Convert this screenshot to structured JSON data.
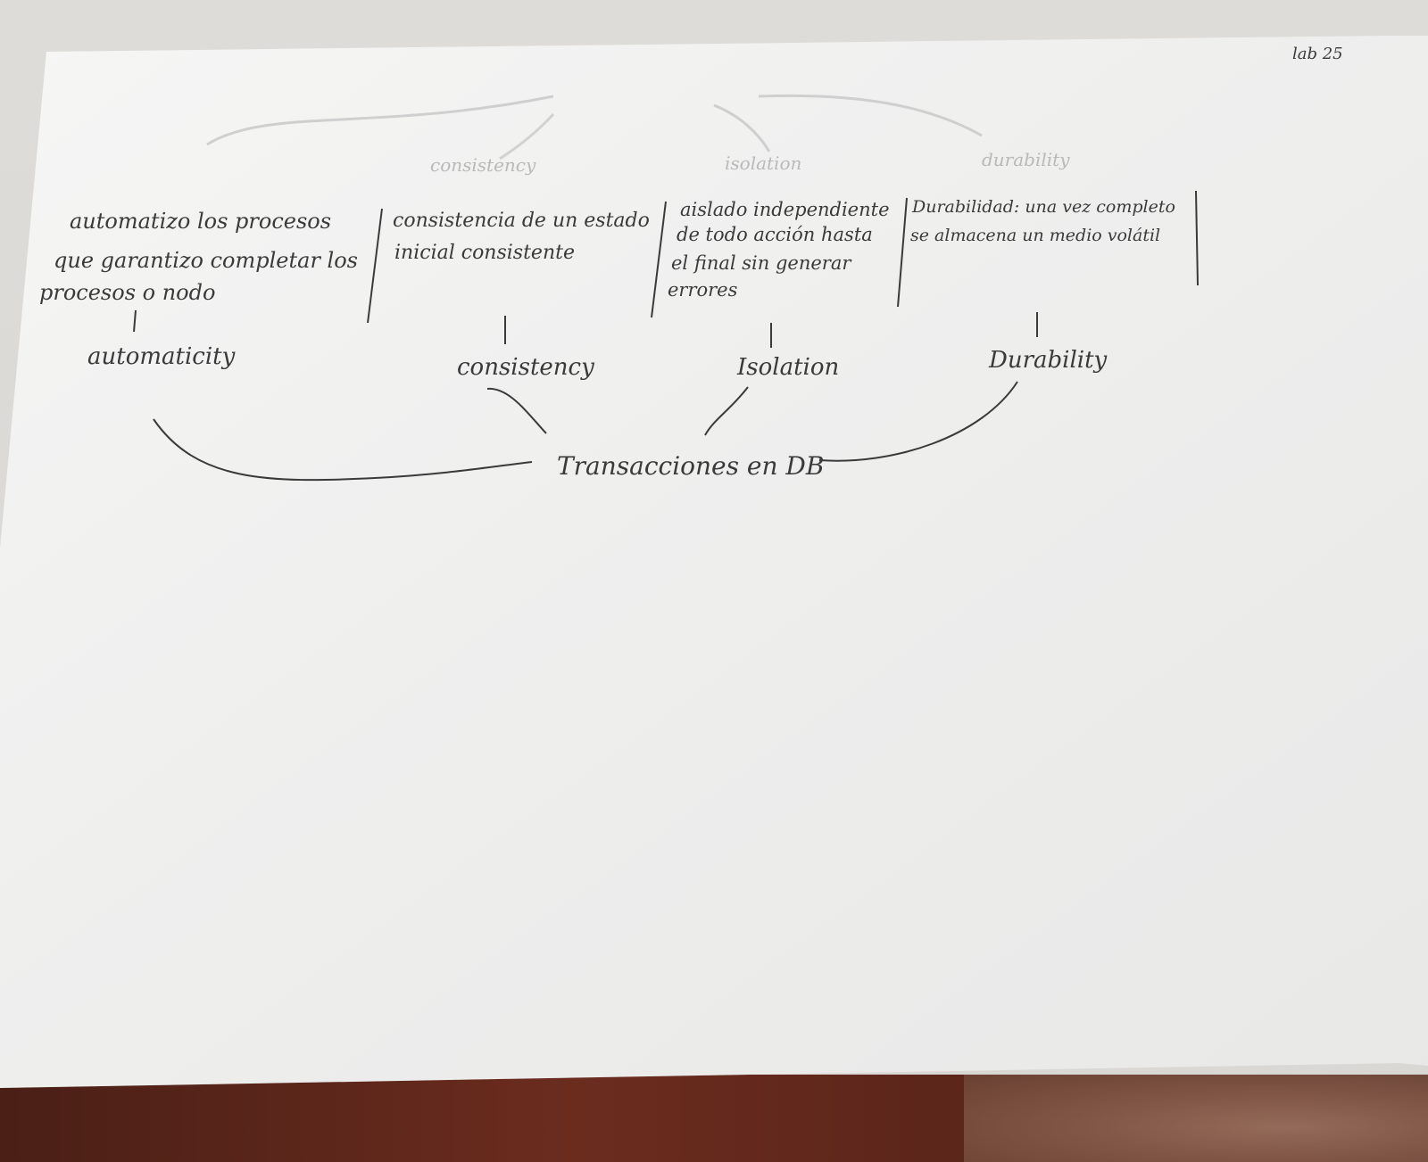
{
  "corner_label": "lab 25",
  "center": {
    "label": "Transacciones en DB"
  },
  "faded_header": {
    "title": "",
    "items": [
      "",
      "consistency",
      "isolation",
      "durability"
    ]
  },
  "descriptions": [
    {
      "lines": [
        "automatizo los procesos",
        "que garantizo completar los",
        "procesos o nodo"
      ]
    },
    {
      "lines": [
        "consistencia de un estado",
        "inicial consistente"
      ]
    },
    {
      "lines": [
        "aislado independiente",
        "de todo acción hasta",
        "el final sin generar",
        "errores"
      ]
    },
    {
      "lines": [
        "Durabilidad: una vez completo",
        "se almacena un medio volátil"
      ]
    }
  ],
  "properties": [
    {
      "label": "automaticity"
    },
    {
      "label": "consistency"
    },
    {
      "label": "Isolation"
    },
    {
      "label": "Durability"
    }
  ],
  "colors": {
    "ink": "#3a3a3a",
    "faded_ink": "#b9b9b9",
    "paper": "#f1f1f0"
  }
}
